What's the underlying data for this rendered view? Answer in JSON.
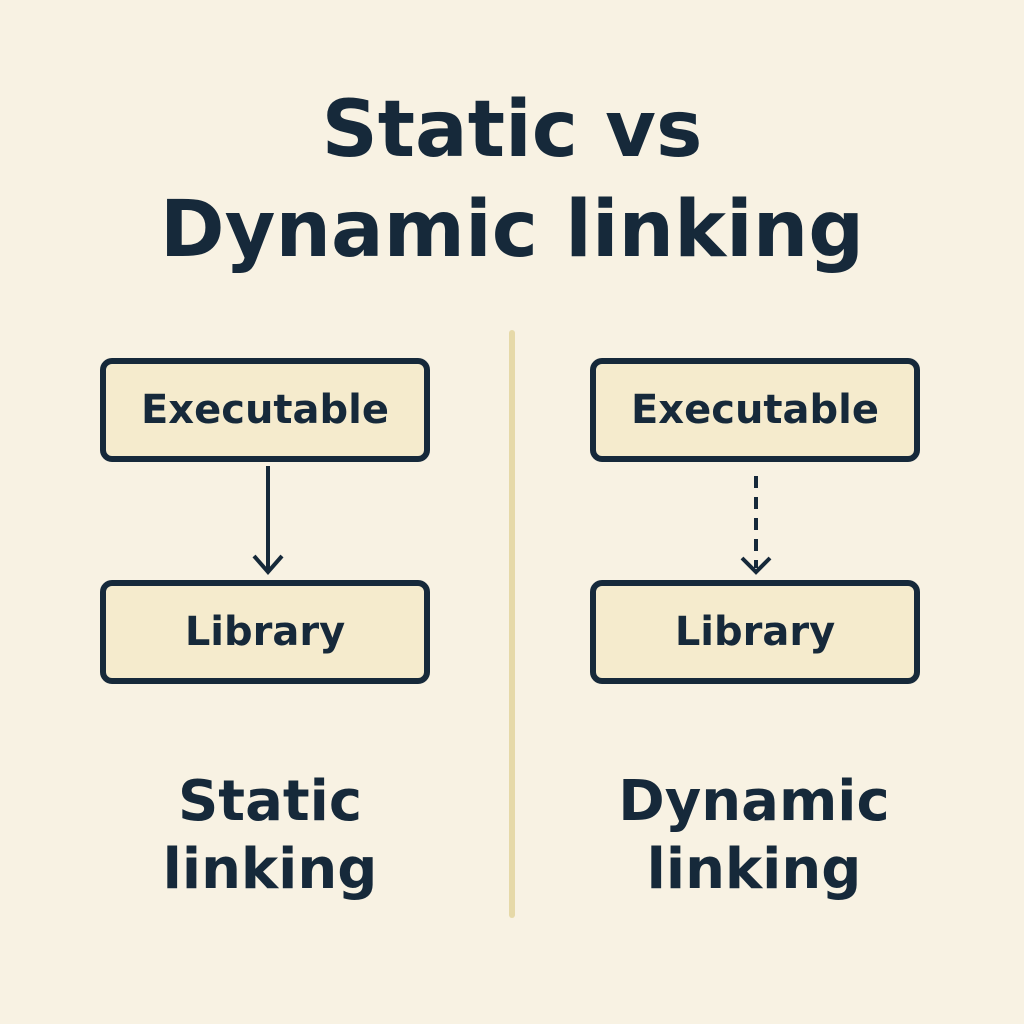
{
  "title": {
    "line1": "Static vs",
    "line2": "Dynamic linking"
  },
  "left": {
    "top_box": "Executable",
    "bottom_box": "Library",
    "caption_line1": "Static",
    "caption_line2": "linking",
    "arrow_style": "solid"
  },
  "right": {
    "top_box": "Executable",
    "bottom_box": "Library",
    "caption_line1": "Dynamic",
    "caption_line2": "linking",
    "arrow_style": "dashed"
  },
  "colors": {
    "background": "#f8f2e3",
    "ink": "#16293a",
    "box_fill": "#f5ebcd",
    "divider": "#e6d9a8"
  }
}
